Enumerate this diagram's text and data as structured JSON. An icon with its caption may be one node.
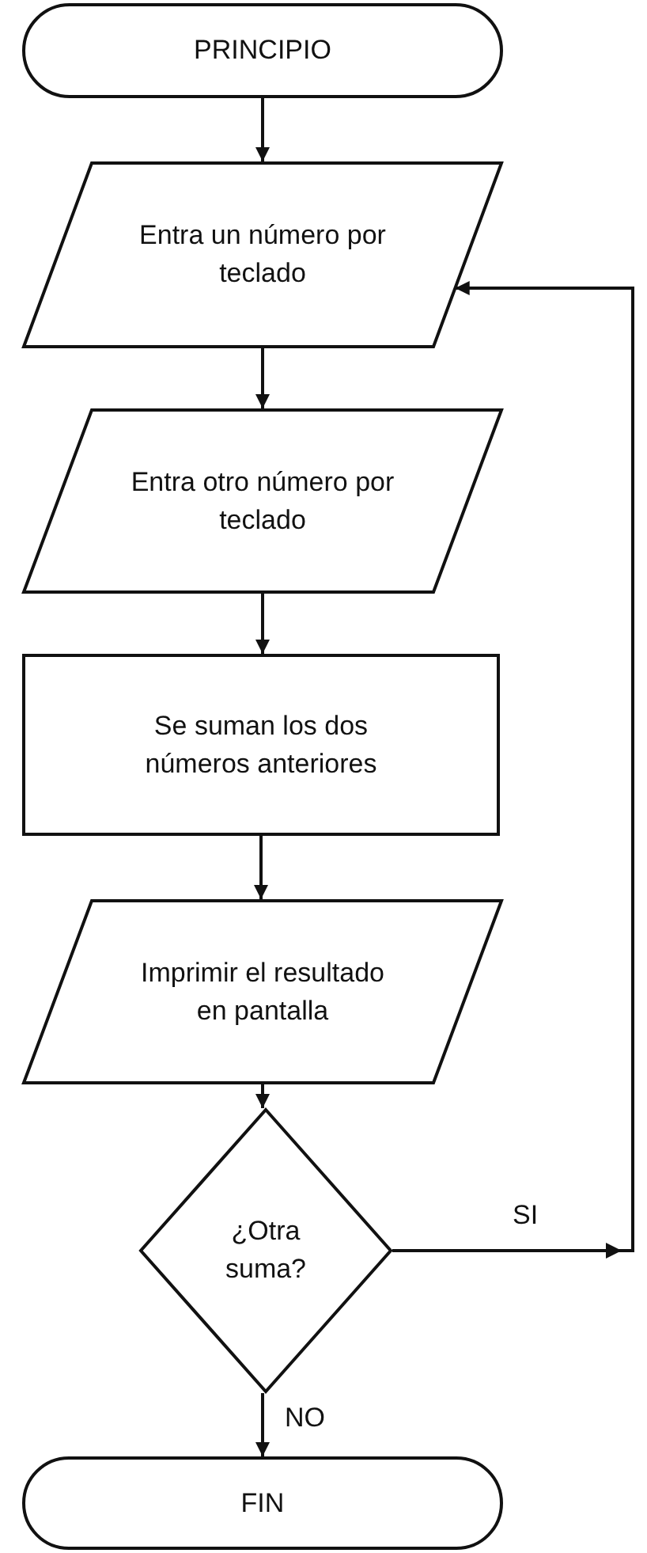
{
  "diagram": {
    "nodes": [
      {
        "text": [
          "PRINCIPIO"
        ]
      },
      {
        "text": [
          "Entra un número por teclado"
        ]
      },
      {
        "text": [
          "Entra otro número por teclado"
        ]
      },
      {
        "text": [
          "Se suman los dos números anteriores"
        ]
      },
      {
        "text": [
          "Imprimir el resultado en pantalla"
        ]
      },
      {
        "text": [
          "¿Otra suma?"
        ]
      },
      {
        "text": [
          "FIN"
        ]
      }
    ],
    "edges": [
      {
        "from": 0,
        "to": 1,
        "arrow": "to"
      },
      {
        "from": 1,
        "to": 2,
        "arrow": "to"
      },
      {
        "from": 2,
        "to": 3,
        "arrow": "to"
      },
      {
        "from": 3,
        "to": 4,
        "arrow": "to"
      },
      {
        "from": 4,
        "to": 5,
        "arrow": "to"
      },
      {
        "from": 5,
        "to": 1,
        "arrow": "to",
        "label": "SI"
      },
      {
        "from": 5,
        "to": 6,
        "arrow": "to",
        "label": "NO"
      }
    ]
  }
}
